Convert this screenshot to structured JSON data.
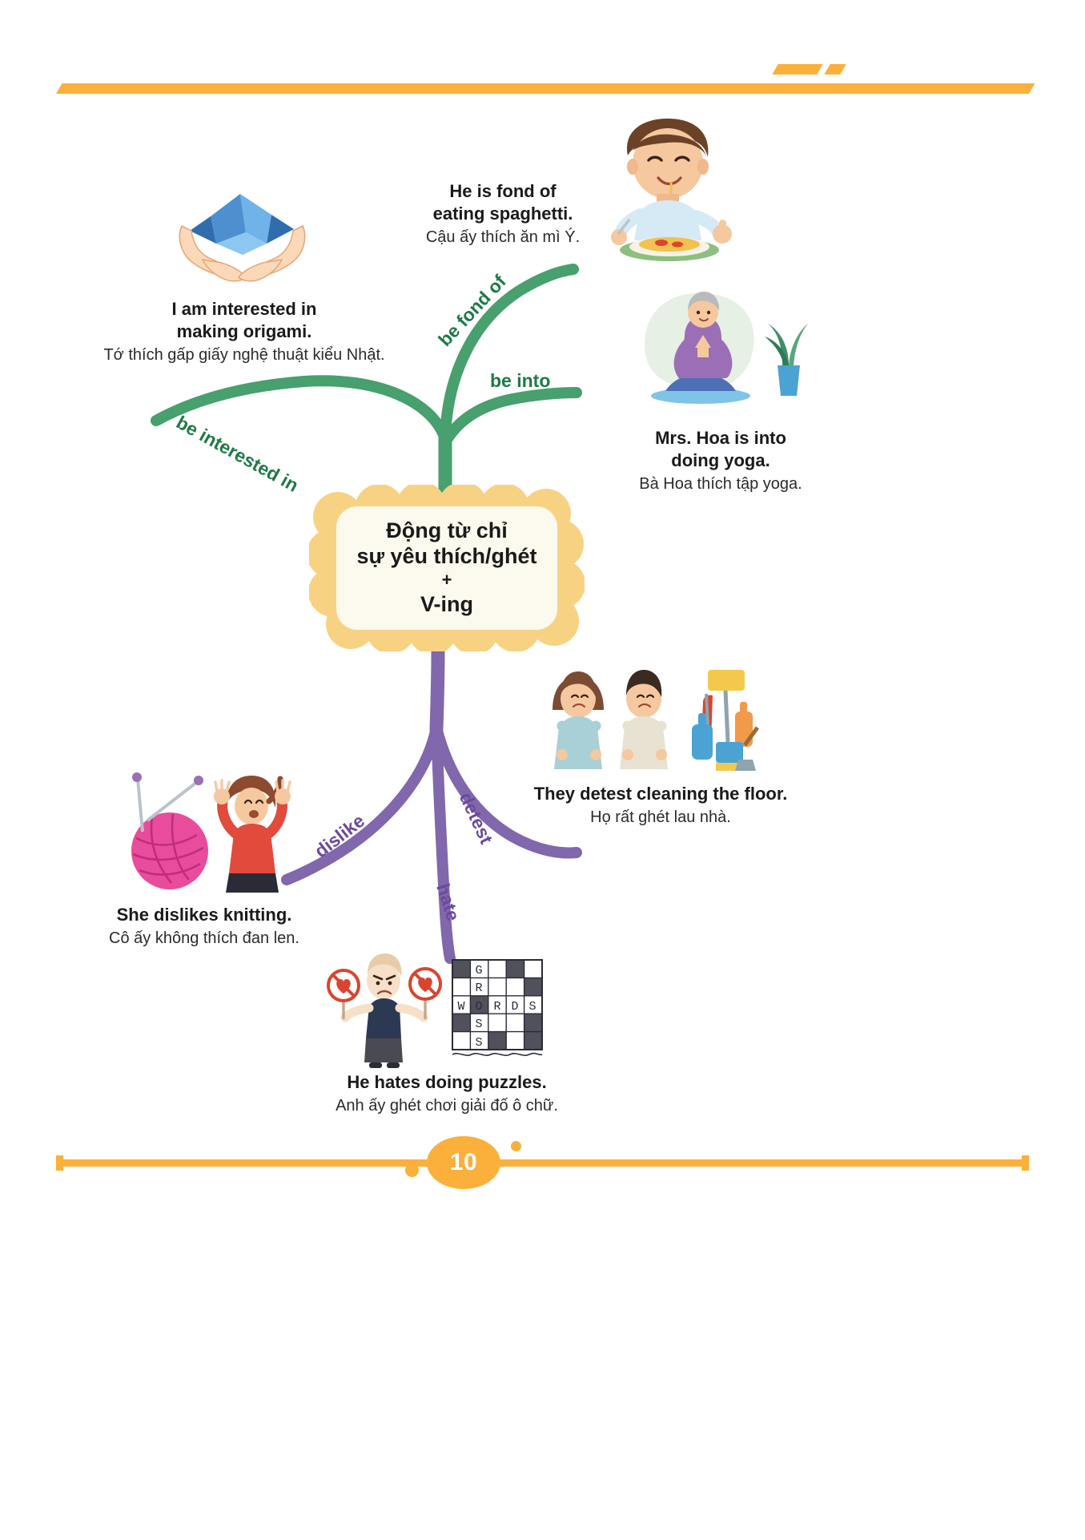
{
  "page": {
    "number": "10",
    "accent_color": "#FBB03B",
    "green_branch_color": "#47A06D",
    "purple_branch_color": "#8167AC",
    "green_label_color": "#1E7A46",
    "purple_label_color": "#6B4A9E",
    "center_fill": "#FCF9EE",
    "center_border": "#F7D48A"
  },
  "center": {
    "line1": "Động từ chỉ",
    "line2": "sự yêu thích/ghét",
    "line3": "+",
    "line4": "V-ing"
  },
  "branches": [
    {
      "id": "be-interested-in",
      "label": "be interested in",
      "color": "green"
    },
    {
      "id": "be-fond-of",
      "label": "be fond of",
      "color": "green"
    },
    {
      "id": "be-into",
      "label": "be into",
      "color": "green"
    },
    {
      "id": "dislike",
      "label": "dislike",
      "color": "purple"
    },
    {
      "id": "hate",
      "label": "hate",
      "color": "purple"
    },
    {
      "id": "detest",
      "label": "detest",
      "color": "purple"
    }
  ],
  "examples": [
    {
      "id": "origami",
      "english_line1": "I am interested in",
      "english_line2": "making origami.",
      "vietnamese": "Tớ thích gấp giấy nghệ thuật kiểu Nhật.",
      "illustration": "hands-holding-origami-crane-icon"
    },
    {
      "id": "spaghetti",
      "english_line1": "He is fond of",
      "english_line2": "eating spaghetti.",
      "vietnamese": "Cậu ấy thích ăn mì Ý.",
      "illustration": "boy-eating-spaghetti-icon"
    },
    {
      "id": "yoga",
      "english_line1": "Mrs. Hoa is into",
      "english_line2": "doing yoga.",
      "vietnamese": "Bà Hoa thích tập yoga.",
      "illustration": "woman-doing-yoga-icon"
    },
    {
      "id": "detest-floor",
      "english_line1": "They detest cleaning the floor.",
      "english_line2": "",
      "vietnamese": "Họ rất ghét lau nhà.",
      "illustration": "people-refusing-cleaning-supplies-icon"
    },
    {
      "id": "knitting",
      "english_line1": "She dislikes knitting.",
      "english_line2": "",
      "vietnamese": "Cô ấy không thích đan len.",
      "illustration": "yarn-ball-frustrated-woman-icon"
    },
    {
      "id": "puzzles",
      "english_line1": "He hates doing puzzles.",
      "english_line2": "",
      "vietnamese": "Anh ấy ghét chơi giải đố ô chữ.",
      "illustration": "angry-man-crossword-puzzle-icon"
    }
  ]
}
